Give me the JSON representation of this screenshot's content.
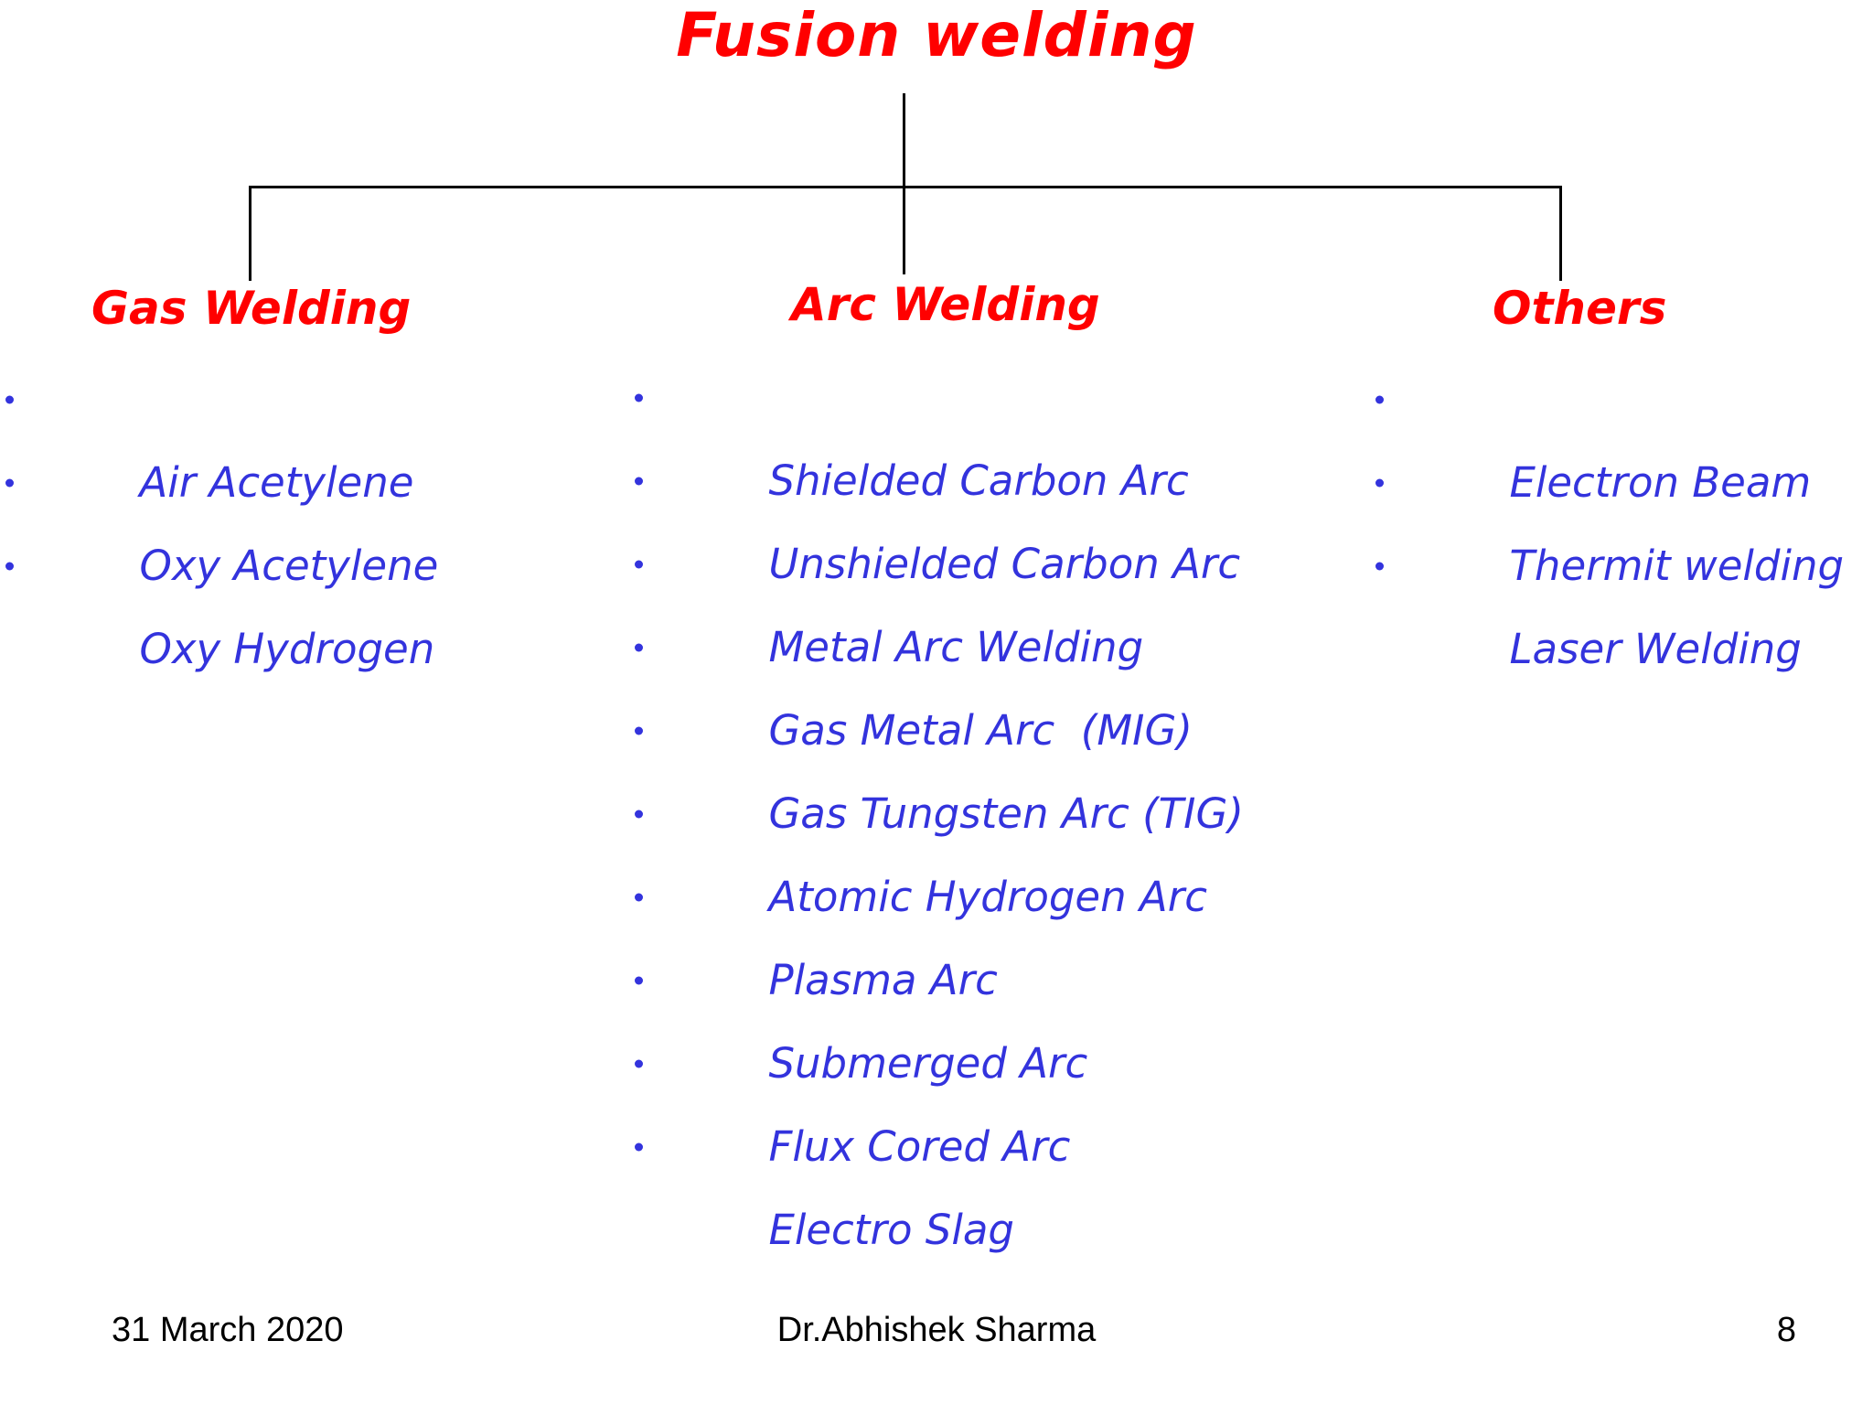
{
  "slide": {
    "title": "Fusion welding",
    "colors": {
      "heading_red": "#ff0000",
      "bullet_blue": "#3333dd",
      "connector_black": "#000000",
      "background": "#ffffff"
    },
    "branches": [
      {
        "heading": "Gas Welding",
        "items": [
          "Air Acetylene",
          "Oxy Acetylene",
          "Oxy Hydrogen"
        ]
      },
      {
        "heading": "Arc Welding",
        "items": [
          "Shielded Carbon Arc",
          "Unshielded Carbon Arc",
          "Metal Arc Welding",
          "Gas Metal Arc  (MIG)",
          "Gas Tungsten Arc (TIG)",
          "Atomic Hydrogen Arc",
          "Plasma Arc",
          "Submerged Arc",
          "Flux Cored Arc",
          "Electro Slag"
        ]
      },
      {
        "heading": "Others",
        "items": [
          "Electron Beam",
          "Thermit welding",
          "Laser Welding"
        ]
      }
    ],
    "footer": {
      "date": "31 March 2020",
      "author": "Dr.Abhishek Sharma",
      "page_number": "8"
    }
  }
}
